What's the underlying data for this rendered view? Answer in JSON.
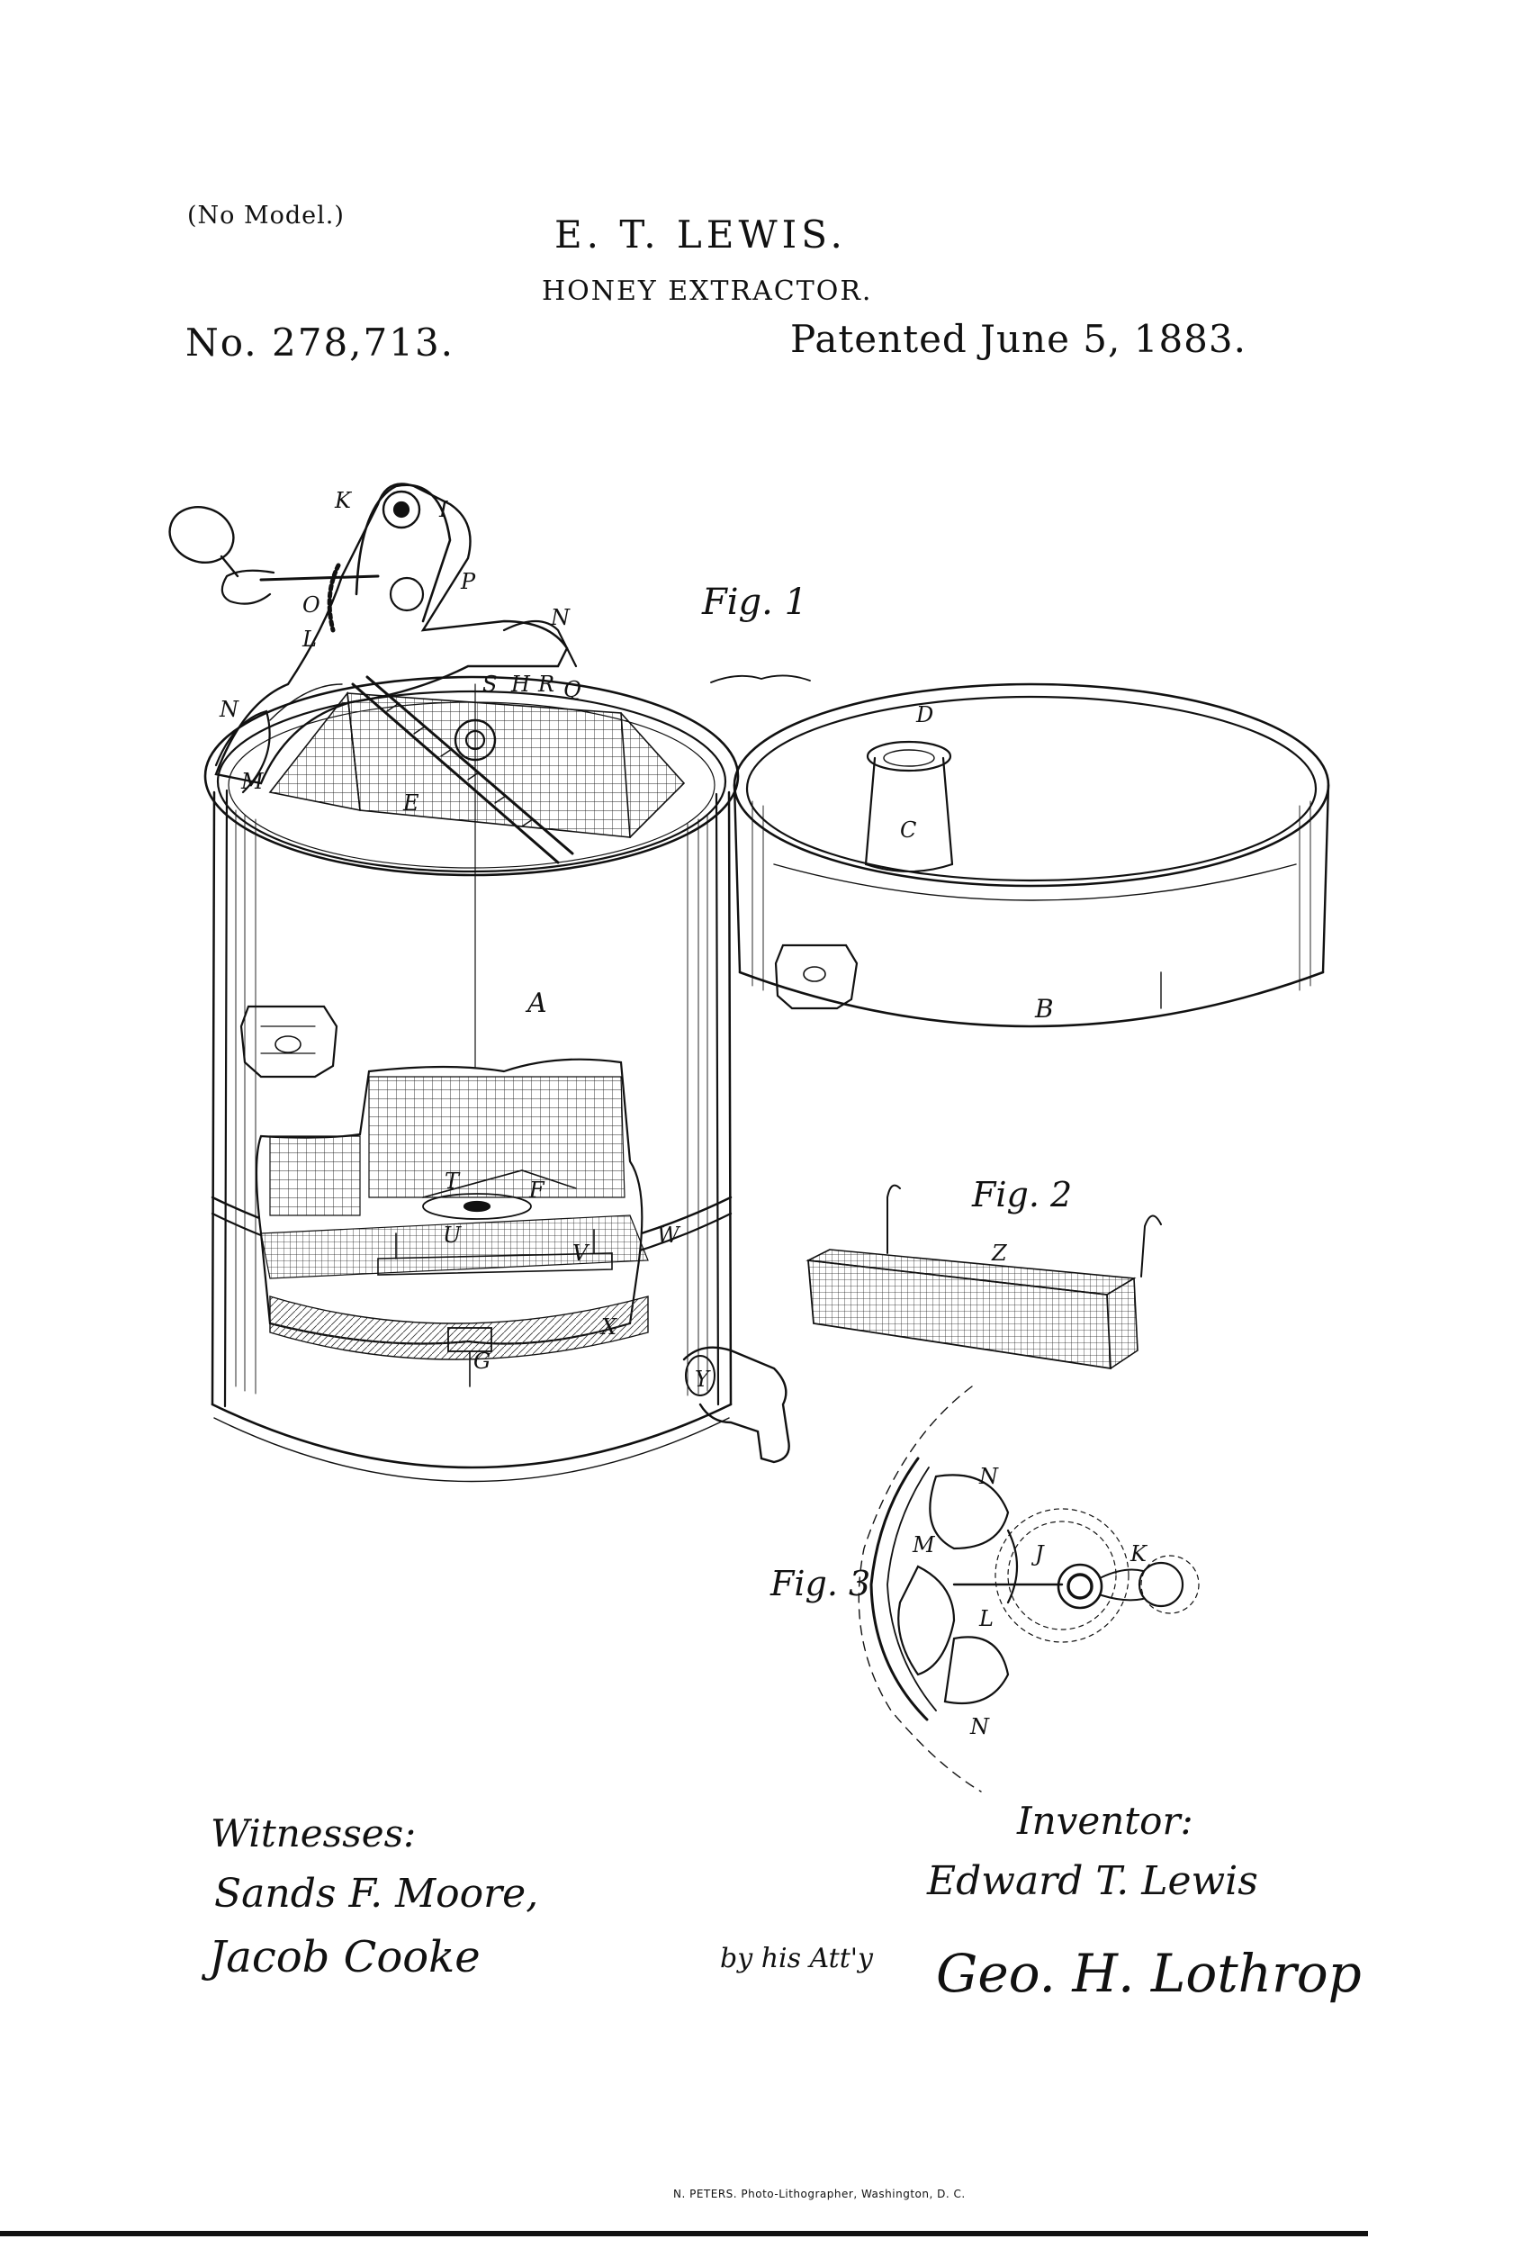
{
  "header": {
    "no_model": "(No Model.)",
    "inventor_name": "E. T. LEWIS.",
    "title": "HONEY EXTRACTOR.",
    "patent_number": "No. 278,713.",
    "patent_date": "Patented June 5, 1883."
  },
  "figures": {
    "fig1": "Fig. 1",
    "fig2": "Fig. 2",
    "fig3": "Fig. 3"
  },
  "reference_letters": {
    "fig1": [
      "K",
      "I",
      "P",
      "O",
      "L",
      "N",
      "N",
      "M",
      "S",
      "H",
      "R",
      "Q",
      "E",
      "A",
      "T",
      "F",
      "U",
      "V",
      "W",
      "G",
      "X",
      "Y"
    ],
    "cover": [
      "D",
      "C",
      "B"
    ],
    "fig2": [
      "Z"
    ],
    "fig3": [
      "N",
      "M",
      "J",
      "K",
      "L",
      "N"
    ]
  },
  "signatures": {
    "witnesses_heading": "Witnesses:",
    "witness_1": "Sands F. Moore,",
    "witness_2": "Jacob Cooke",
    "inventor_heading": "Inventor:",
    "inventor": "Edward T. Lewis",
    "by_attorney": "by his Att'y",
    "attorney": "Geo. H. Lothrop"
  },
  "footer": {
    "credit": "N. PETERS. Photo-Lithographer, Washington, D. C."
  }
}
